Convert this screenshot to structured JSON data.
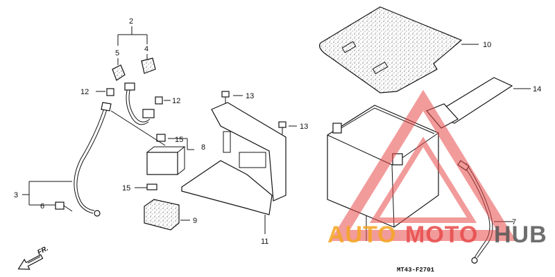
{
  "callouts": {
    "c2": "2",
    "c3": "3",
    "c4": "4",
    "c5": "5",
    "c6": "6",
    "c7": "7",
    "c8": "8",
    "c9": "9",
    "c10": "10",
    "c11": "11",
    "c12a": "12",
    "c12b": "12",
    "c13a": "13",
    "c13b": "13",
    "c14": "14",
    "c15a": "15",
    "c15b": "15"
  },
  "drawing_code": "MT43-F2701",
  "direction_label": "FR.",
  "watermark": {
    "part1": "AUTO",
    "part2": "MOTO",
    "part3": "HUB"
  },
  "colors": {
    "watermark_orange": "#f5a623",
    "watermark_red": "#e84a4a",
    "watermark_dark": "#555555"
  }
}
